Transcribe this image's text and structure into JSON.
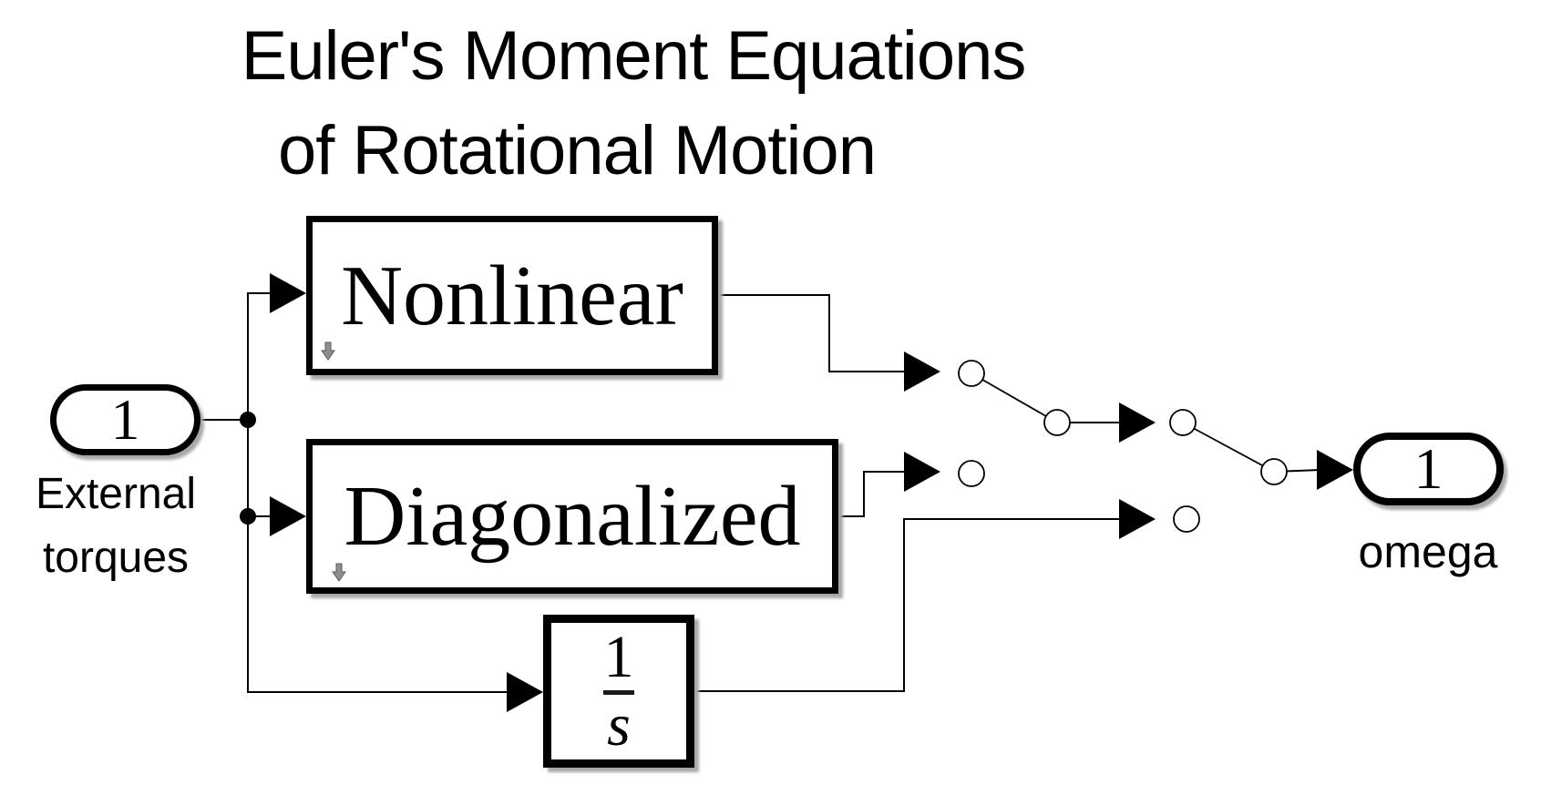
{
  "title": {
    "line1": "Euler's Moment Equations",
    "line2": "of Rotational Motion"
  },
  "blocks": {
    "inport": {
      "number": "1",
      "label_line1": "External",
      "label_line2": "torques"
    },
    "nonlinear": {
      "label": "Nonlinear"
    },
    "diagonalized": {
      "label": "Diagonalized"
    },
    "integrator": {
      "numerator": "1",
      "denominator": "s"
    },
    "outport": {
      "number": "1",
      "label": "omega"
    }
  },
  "icons": {
    "subsystem_badge": "down-arrow-badge-icon"
  },
  "colors": {
    "background": "#ffffff",
    "line": "#000000",
    "block_fill": "#ffffff",
    "block_border": "#000000",
    "shadow": "#a8a8a8",
    "badge_gray": "#8e8e8e"
  }
}
